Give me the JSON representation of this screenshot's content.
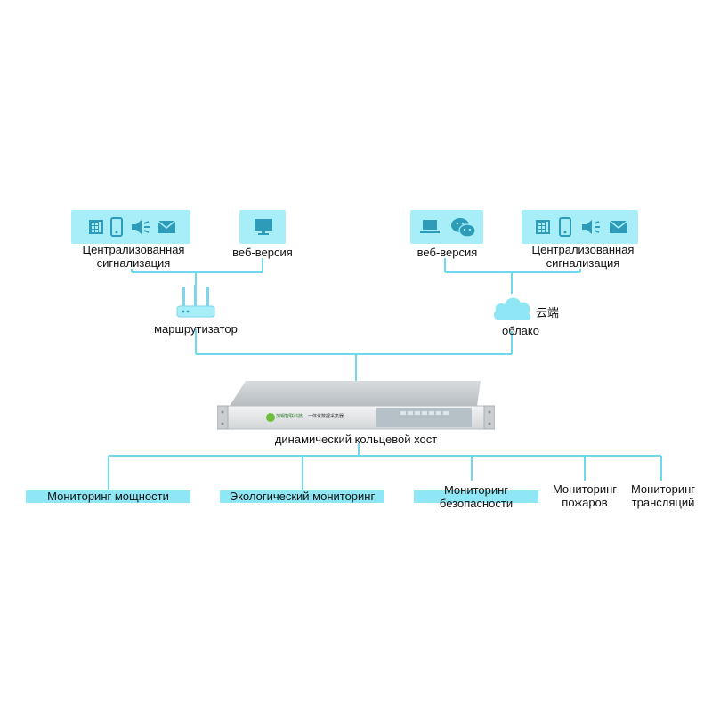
{
  "left_group": {
    "central_alarm": "Централизованная\nсигнализация",
    "web": "веб-версия",
    "router": "маршрутизатор"
  },
  "right_group": {
    "web": "веб-версия",
    "central_alarm": "Централизованная\nсигнализация",
    "cloud": "облако",
    "cloud_cn": "云端"
  },
  "host": {
    "label": "динамический кольцевой хост",
    "brand": "加锡智联科技",
    "model": "一体化数据采集器"
  },
  "subsystems": [
    {
      "label": "Мониторинг мощности"
    },
    {
      "label": "Экологический мониторинг"
    },
    {
      "label": "Мониторинг\nбезопасности"
    },
    {
      "label": "Мониторинг\nпожаров"
    },
    {
      "label": "Мониторинг\nтрансляций"
    }
  ],
  "colors": {
    "accent": "#8fe6f5",
    "box": "#a8eef8",
    "line": "#6fd8ec",
    "icon": "#2e9cb8"
  }
}
